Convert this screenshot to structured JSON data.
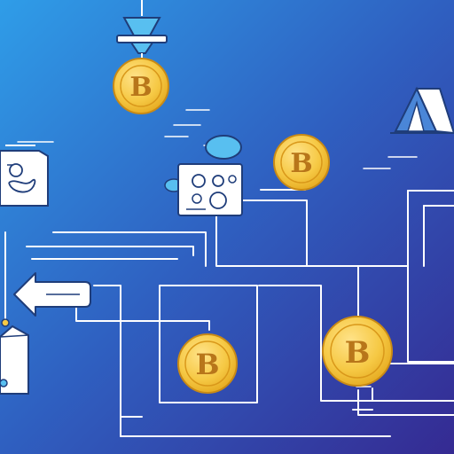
{
  "palette": {
    "bg_top_left": "#2f9de8",
    "bg_mid": "#2f5fc0",
    "bg_bottom_right": "#352a92",
    "line": "#ffffff",
    "coin_fill": "#f6c945",
    "coin_ring": "#e5a91f",
    "coin_letter": "#c9841a",
    "panel": "#ffffff",
    "panel_stroke": "#324a8c",
    "accent_blue": "#58bff0",
    "tent_blue": "#4a86d8"
  },
  "coins": [
    {
      "id": "coin-top",
      "glyph": "B"
    },
    {
      "id": "coin-right",
      "glyph": "B"
    },
    {
      "id": "coin-bottom-center",
      "glyph": "B"
    },
    {
      "id": "coin-bottom-right",
      "glyph": "B"
    }
  ],
  "icons": [
    "funnel-icon",
    "tent-icon",
    "cloud-icon",
    "document-icon",
    "control-panel-icon",
    "arrow-left-icon",
    "box-icon"
  ]
}
